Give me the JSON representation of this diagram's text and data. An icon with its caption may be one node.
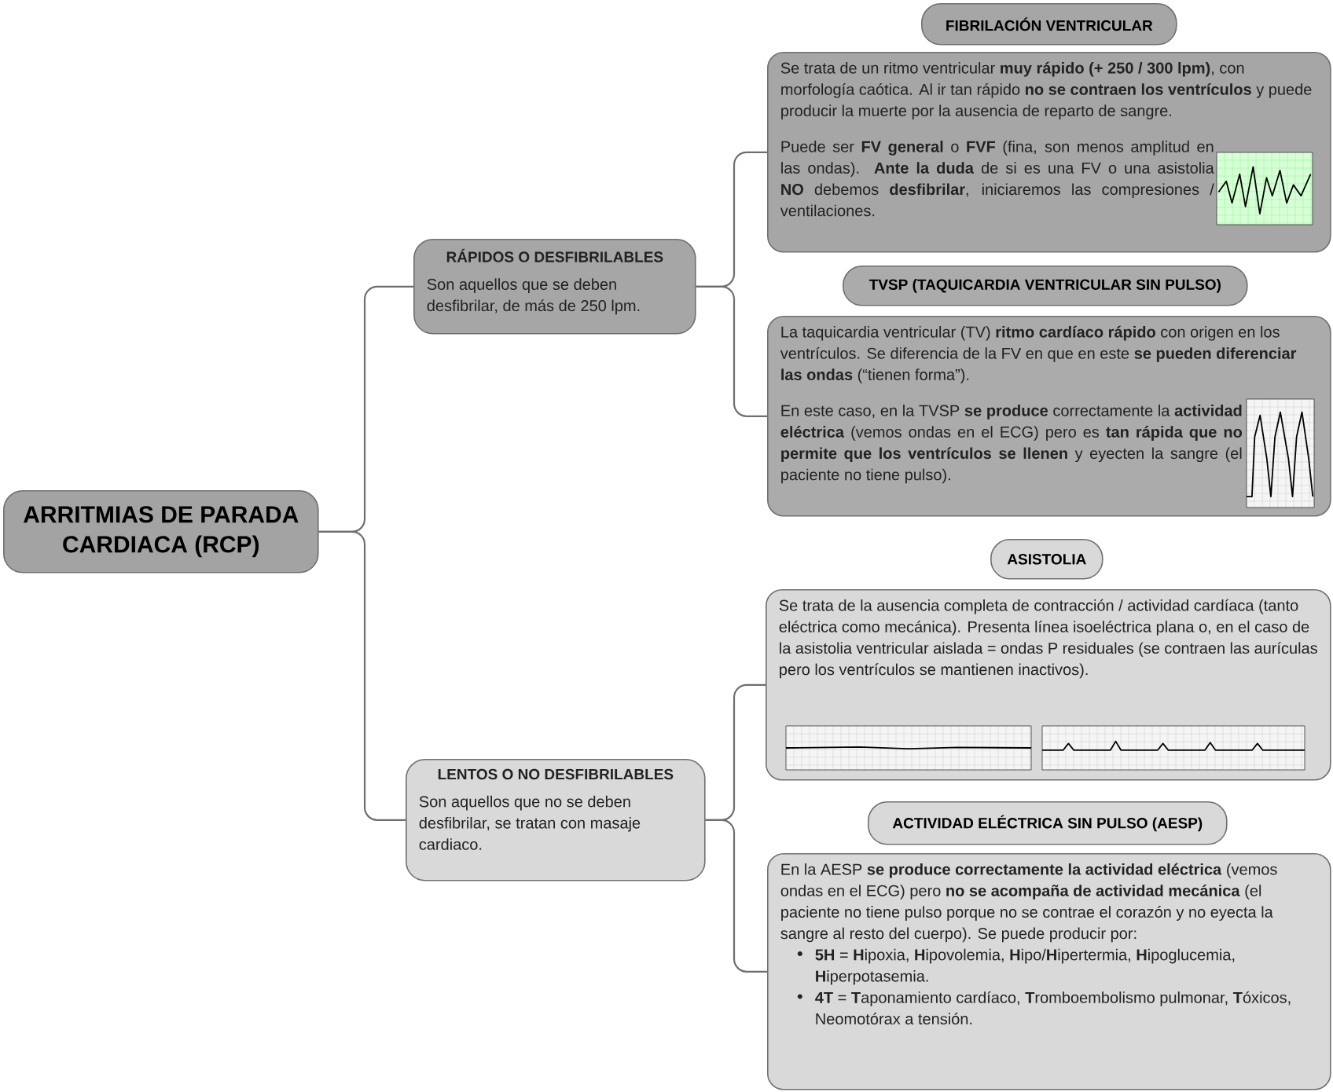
{
  "diagram": {
    "nodes": [
      {
        "text": [
          "ARRITMIAS DE PARADA CARDIACA (RCP)"
        ]
      },
      {
        "text": [
          "RÁPIDOS O DESFIBRILABLES",
          "Son aquellos que se deben desfibrilar, de más de 250 lpm."
        ]
      },
      {
        "text": [
          "FIBRILACIÓN VENTRICULAR"
        ]
      },
      {
        "text": [
          "Se trata de un ritmo ventricular **muy rápido (+ 250 / 300 lpm)**, con morfología caótica. Al ir tan rápido **no se contraen los ventrículos** y puede producir la muerte por la ausencia de reparto de sangre.",
          "Puede ser **FV general** o **FVF** (fina, son menos amplitud en las ondas). **Ante la duda** de si es una FV o una asistolia **NO** debemos **desfibrilar**, iniciaremos las compresiones / ventilaciones."
        ]
      },
      {
        "text": [
          "TVSP (TAQUICARDIA VENTRICULAR SIN PULSO)"
        ]
      },
      {
        "text": [
          "La taquicardia ventricular (TV) **ritmo cardíaco rápido** con origen en los ventrículos. Se diferencia de la FV en que en este **se pueden diferenciar las ondas** (“tienen forma”).",
          "En este caso, en la TVSP **se produce** correctamente la **actividad eléctrica** (vemos ondas en el ECG) pero es **tan rápida que no permite que los ventrículos se llenen** y eyecten la sangre (el paciente no tiene pulso)."
        ]
      },
      {
        "text": [
          "LENTOS O NO DESFIBRILABLES",
          "Son aquellos que no se deben desfibrilar, se tratan con masaje cardiaco."
        ]
      },
      {
        "text": [
          "ASISTOLIA"
        ]
      },
      {
        "text": [
          "Se trata de la ausencia completa de contracción / actividad cardíaca (tanto eléctrica como mecánica). Presenta línea isoeléctrica plana o, en el caso de la asistolia ventricular aislada = ondas P residuales (se contraen las aurículas pero los ventrículos se mantienen inactivos)."
        ]
      },
      {
        "text": [
          "ACTIVIDAD ELÉCTRICA SIN PULSO (AESP)"
        ]
      },
      {
        "text": [
          "En la AESP **se produce correctamente la actividad eléctrica** (vemos ondas en el ECG) pero **no se acompaña de actividad mecánica** (el paciente no tiene pulso porque no se contrae el corazón y no eyecta la sangre al resto del cuerpo). Se puede producir por:",
          "**5H** = **H**ipoxia, **H**ipovolemia, **H**ipo/**H**ipertermia, **H**ipoglucemia, **H**iperpotasemia.",
          "**4T** = **T**aponamiento cardíaco, **T**romboembolismo pulmonar, **T**óxicos, Neomotórax a tensión."
        ]
      }
    ],
    "edges": [
      {
        "from": 0,
        "to": 1,
        "arrow": "none"
      },
      {
        "from": 0,
        "to": 6,
        "arrow": "none"
      },
      {
        "from": 1,
        "to": 3,
        "arrow": "none"
      },
      {
        "from": 1,
        "to": 5,
        "arrow": "none"
      },
      {
        "from": 6,
        "to": 8,
        "arrow": "none"
      },
      {
        "from": 6,
        "to": 10,
        "arrow": "none"
      }
    ]
  }
}
